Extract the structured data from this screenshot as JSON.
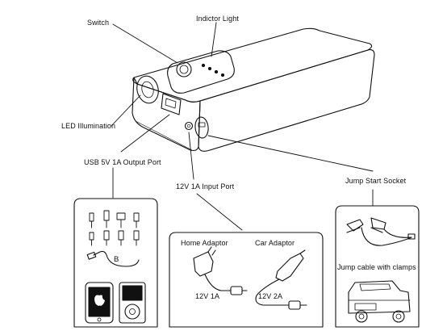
{
  "labels": {
    "switch": "Switch",
    "indicator_light": "Indictor Light",
    "led_illumination": "LED Illumination",
    "usb_output_port": "USB 5V 1A Output Port",
    "input_port": "12V 1A Input Port",
    "jump_start_socket": "Jump Start Socket",
    "home_adaptor": "Home Adaptor",
    "car_adaptor": "Car Adaptor",
    "home_adaptor_rating": "12V 1A",
    "car_adaptor_rating": "12V 2A",
    "jump_cable": "Jump cable with clamps",
    "cable_letter": "B"
  }
}
